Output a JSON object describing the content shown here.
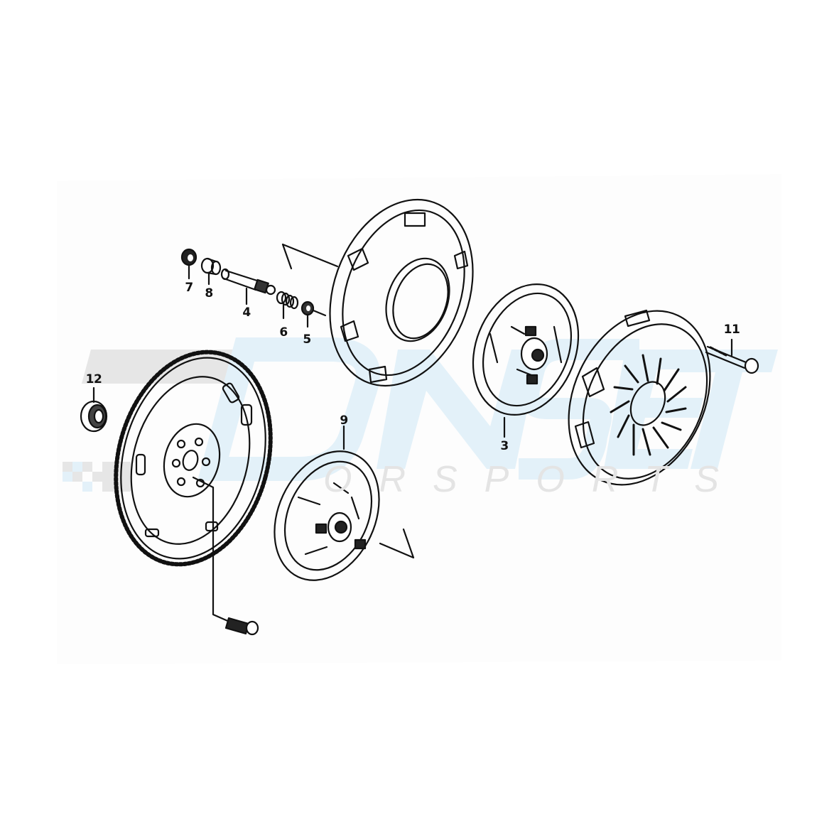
{
  "diagram": {
    "type": "exploded-parts-diagram",
    "subject": "clutch and flywheel assembly",
    "background": "#ffffff",
    "line_color": "#111111",
    "watermark": {
      "logo_letters": "DNSET",
      "tagline": "MOTORSPORTS",
      "visible_tagline": "ORSPORTS",
      "gray": "#e4e4e4",
      "blue": "#e3f1f9"
    },
    "callouts": [
      {
        "id": "7",
        "label": "7",
        "part": "bushing"
      },
      {
        "id": "8",
        "label": "8",
        "part": "collar"
      },
      {
        "id": "4",
        "label": "4",
        "part": "pin / shaft"
      },
      {
        "id": "6",
        "label": "6",
        "part": "spring"
      },
      {
        "id": "5",
        "label": "5",
        "part": "nut"
      },
      {
        "id": "3",
        "label": "3",
        "part": "clutch disc"
      },
      {
        "id": "11",
        "label": "11",
        "part": "bolt"
      },
      {
        "id": "12",
        "label": "12",
        "part": "pilot bearing"
      },
      {
        "id": "9",
        "label": "9",
        "part": "clutch disc"
      }
    ]
  }
}
